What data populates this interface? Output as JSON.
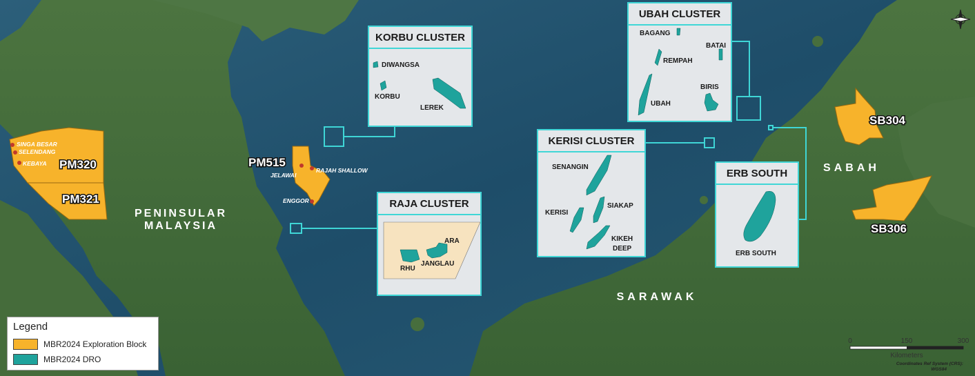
{
  "colors": {
    "exploration_block": "#f7b32b",
    "dro": "#1fa39c",
    "inset_border": "#3fd6d6",
    "sea": "#20506d",
    "land": "#3f6b3a"
  },
  "regions": {
    "peninsular": "PENINSULAR\nMALAYSIA",
    "peninsular_line1": "PENINSULAR",
    "peninsular_line2": "MALAYSIA",
    "sabah": "SABAH",
    "sarawak": "SARAWAK"
  },
  "blocks": {
    "pm320": "PM320",
    "pm321": "PM321",
    "pm515": "PM515",
    "sb304": "SB304",
    "sb306": "SB306"
  },
  "fields": {
    "singa_besar": "SINGA BESAR",
    "selendang": "SELENDANG",
    "kebaya": "KEBAYA",
    "jelawai": "JELAWAI",
    "rajah_shallow": "RAJAH SHALLOW",
    "enggor": "ENGGOR"
  },
  "insets": {
    "korbu": {
      "title": "KORBU CLUSTER",
      "labels": [
        "DIWANGSA",
        "KORBU",
        "LEREK"
      ]
    },
    "raja": {
      "title": "RAJA CLUSTER",
      "labels": [
        "ARA",
        "JANGLAU",
        "RHU"
      ]
    },
    "ubah": {
      "title": "UBAH CLUSTER",
      "labels": [
        "BAGANG",
        "BATAI",
        "REMPAH",
        "BIRIS",
        "UBAH"
      ]
    },
    "kerisi": {
      "title": "KERISI CLUSTER",
      "labels": [
        "SENANGIN",
        "SIAKAP",
        "KERISI",
        "KIKEH",
        "DEEP"
      ]
    },
    "erb": {
      "title": "ERB SOUTH",
      "labels": [
        "ERB SOUTH"
      ]
    }
  },
  "legend": {
    "title": "Legend",
    "items": [
      {
        "label": "MBR2024 Exploration Block",
        "color": "#f7b32b"
      },
      {
        "label": "MBR2024 DRO",
        "color": "#1fa39c"
      }
    ]
  },
  "scale": {
    "ticks": [
      "0",
      "150",
      "300"
    ],
    "unit": "Kilometers",
    "crs_line1": "Coordinates Ref System (CRS):",
    "crs_line2": "WGS84"
  }
}
